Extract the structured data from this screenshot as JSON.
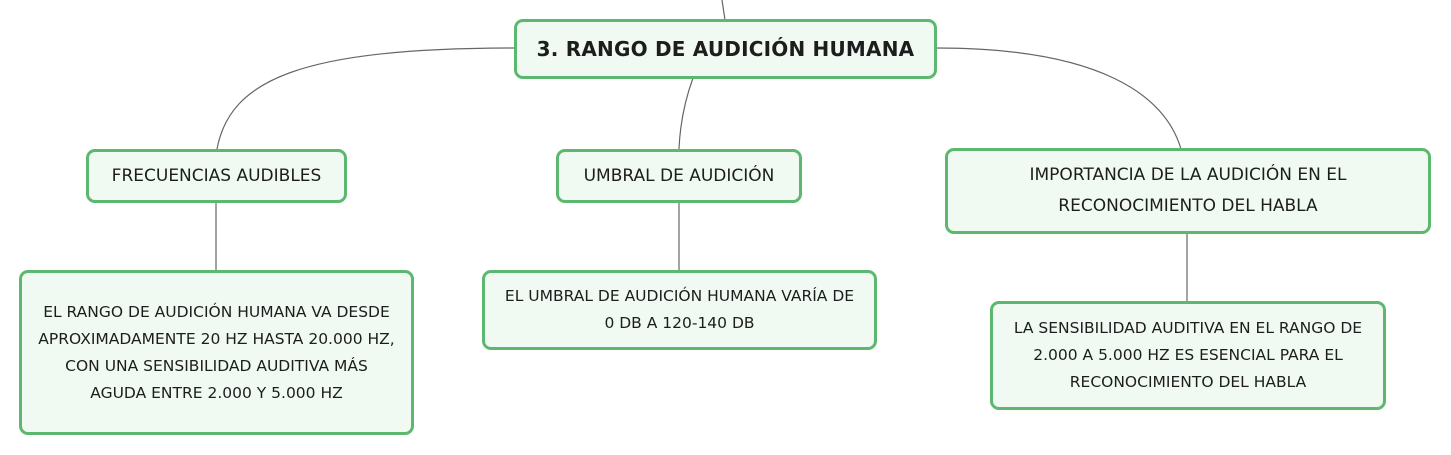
{
  "root": {
    "label": "3. RANGO DE AUDICIÓN HUMANA"
  },
  "branches": [
    {
      "topic": "FRECUENCIAS AUDIBLES",
      "detail": [
        "EL RANGO DE AUDICIÓN HUMANA VA DESDE",
        "APROXIMADAMENTE 20 HZ HASTA 20.000 HZ,",
        "CON UNA SENSIBILIDAD AUDITIVA MÁS",
        "AGUDA ENTRE 2.000 Y 5.000 HZ"
      ]
    },
    {
      "topic": "UMBRAL DE AUDICIÓN",
      "detail": [
        "EL UMBRAL DE AUDICIÓN HUMANA VARÍA DE",
        "0 DB A 120-140 DB"
      ]
    },
    {
      "topic_lines": [
        "IMPORTANCIA DE LA AUDICIÓN EN EL",
        "RECONOCIMIENTO DEL HABLA"
      ],
      "detail": [
        "LA SENSIBILIDAD AUDITIVA EN EL RANGO DE",
        "2.000 A 5.000 HZ ES ESENCIAL PARA EL",
        "RECONOCIMIENTO DEL HABLA"
      ]
    }
  ],
  "colors": {
    "node_border": "#5cb86e",
    "node_fill": "#f0faf2",
    "connector": "#666666",
    "text": "#1d1d1d"
  }
}
